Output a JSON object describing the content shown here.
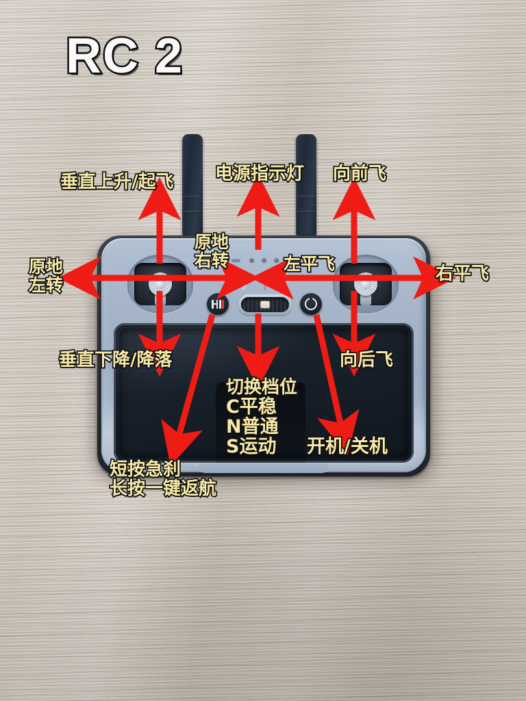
{
  "title": "RC 2",
  "device": {
    "name": "DJI RC 2 remote controller",
    "body_color": "#a9b8cb",
    "antenna_color": "#253040",
    "screen_color": "#18202a",
    "mode_switch": {
      "options": [
        "C",
        "N",
        "S"
      ],
      "selected": "N",
      "option_colors": {
        "C": "#d8dde4",
        "N": "#e2605a",
        "S": "#d8dde4"
      }
    },
    "led_indicator": {
      "bars": 1,
      "dots": 4
    }
  },
  "accent_color": "#ee1c15",
  "label_color": "#f7e9a8",
  "labels": {
    "ascend": "垂直上升/起飞",
    "power_led": "电源指示灯",
    "forward": "向前飞",
    "yaw_right": "原地\n右转",
    "yaw_left": "原地\n左转",
    "strafe_left": "左平飞",
    "strafe_right": "右平飞",
    "descend": "垂直下降/降落",
    "backward": "向后飞",
    "mode_title": "切换档位",
    "mode_c": "C平稳",
    "mode_n": "N普通",
    "mode_s": "S运动",
    "power_button": "开机/关机",
    "brake_short": "短按急刹",
    "brake_long": "长按一键返航"
  },
  "annotations": [
    {
      "id": "ascend",
      "target": "left-stick-up",
      "direction": "up"
    },
    {
      "id": "descend",
      "target": "left-stick-down",
      "direction": "down"
    },
    {
      "id": "yaw_left",
      "target": "left-stick-left",
      "direction": "left"
    },
    {
      "id": "yaw_right",
      "target": "left-stick-right",
      "direction": "right"
    },
    {
      "id": "forward",
      "target": "right-stick-up",
      "direction": "up"
    },
    {
      "id": "backward",
      "target": "right-stick-down",
      "direction": "down"
    },
    {
      "id": "strafe_left",
      "target": "right-stick-left",
      "direction": "left"
    },
    {
      "id": "strafe_right",
      "target": "right-stick-right",
      "direction": "right"
    },
    {
      "id": "power_led",
      "target": "led-strip",
      "direction": "up"
    },
    {
      "id": "mode",
      "target": "mode-switch",
      "direction": "down"
    },
    {
      "id": "power_button",
      "target": "power-button",
      "direction": "down-right"
    },
    {
      "id": "brake",
      "target": "pause-button",
      "direction": "down-left"
    }
  ]
}
